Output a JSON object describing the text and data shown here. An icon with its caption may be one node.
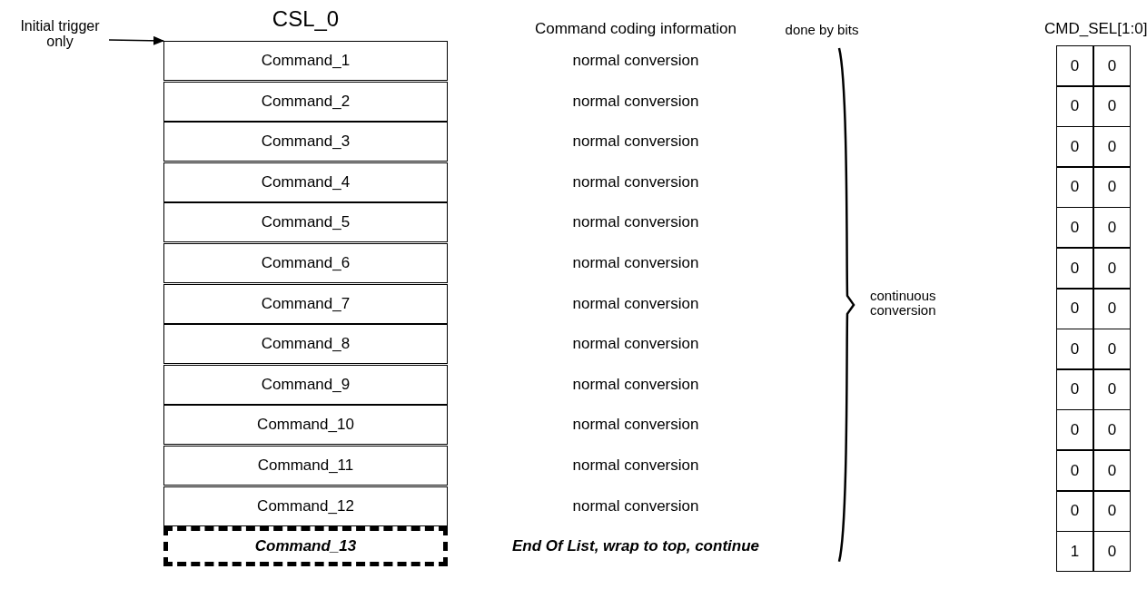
{
  "diagram": {
    "nodes": [
      {
        "text": [
          "CSL_0"
        ]
      },
      {
        "text": [
          "Command_1"
        ],
        "in": 0
      },
      {
        "text": [
          "Command_2"
        ],
        "in": 0
      },
      {
        "text": [
          "Command_3"
        ],
        "in": 0
      },
      {
        "text": [
          "Command_4"
        ],
        "in": 0
      },
      {
        "text": [
          "Command_5"
        ],
        "in": 0
      },
      {
        "text": [
          "Command_6"
        ],
        "in": 0
      },
      {
        "text": [
          "Command_7"
        ],
        "in": 0
      },
      {
        "text": [
          "Command_8"
        ],
        "in": 0
      },
      {
        "text": [
          "Command_9"
        ],
        "in": 0
      },
      {
        "text": [
          "Command_10"
        ],
        "in": 0
      },
      {
        "text": [
          "Command_11"
        ],
        "in": 0
      },
      {
        "text": [
          "Command_12"
        ],
        "in": 0
      },
      {
        "text": [
          "Command_13"
        ],
        "in": 0
      },
      {
        "text": [
          "Initial trigger only"
        ]
      }
    ],
    "edges": [
      {
        "from": 14,
        "to": 1,
        "arrow": "to"
      }
    ],
    "labels": [
      "Command coding information",
      "done by bits",
      "CMD_SEL[1:0]",
      "normal conversion",
      "normal conversion",
      "normal conversion",
      "normal conversion",
      "normal conversion",
      "normal conversion",
      "normal conversion",
      "normal conversion",
      "normal conversion",
      "normal conversion",
      "normal conversion",
      "normal conversion",
      "End Of List, wrap to top, continue",
      "continuous conversion",
      "0",
      "0",
      "0",
      "0",
      "0",
      "0",
      "0",
      "0",
      "0",
      "0",
      "0",
      "0",
      "0",
      "0",
      "0",
      "0",
      "0",
      "0",
      "0",
      "0",
      "0",
      "0",
      "0",
      "0",
      "1",
      "0"
    ]
  }
}
